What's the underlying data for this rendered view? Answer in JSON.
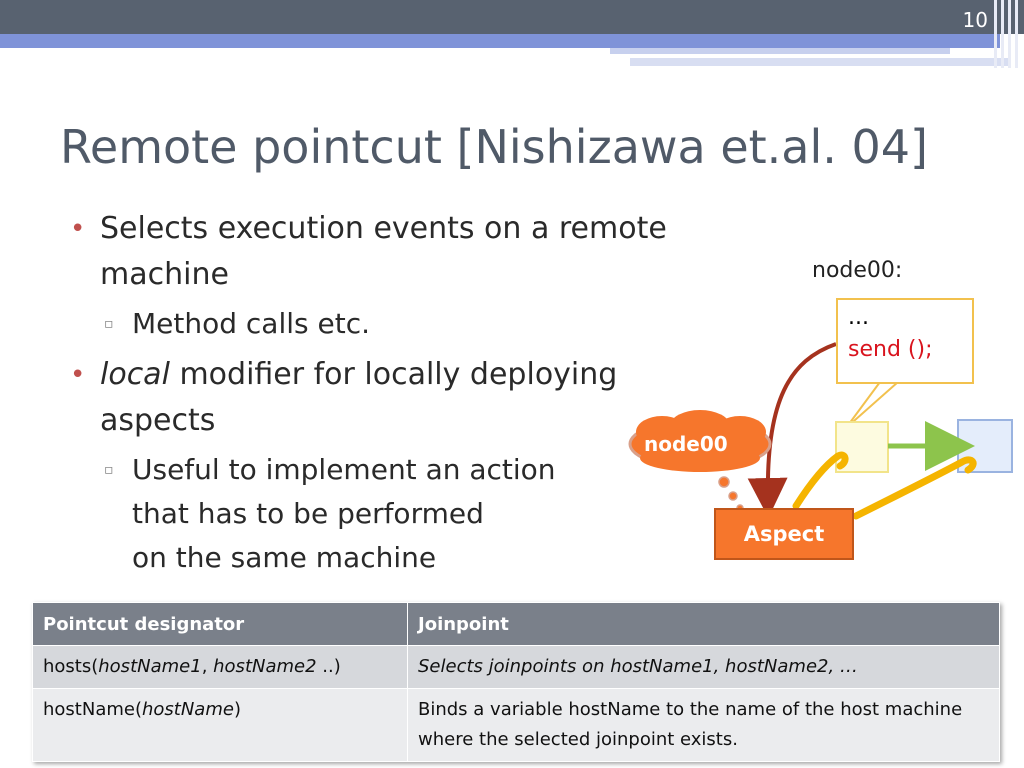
{
  "slide": {
    "number": "10",
    "title": "Remote pointcut [Nishizawa et.al. 04]"
  },
  "bullets": [
    {
      "text": "Selects execution events on a remote machine"
    },
    {
      "sub": "Method calls etc."
    },
    {
      "italic": "local",
      "text": " modifier for locally deploying aspects"
    },
    {
      "sub": "Useful to implement an action",
      "sub2": "that has to be performed",
      "sub3": "on the same machine"
    }
  ],
  "diagram": {
    "node_label": "node00:",
    "code_line1": "...",
    "code_line2": "send ();",
    "cloud_label": "node00",
    "aspect_label": "Aspect",
    "colors": {
      "aspect": "#f6762c",
      "arrow_red": "#a5321e",
      "arrow_green": "#8dc44c",
      "curve_yellow": "#f5b400"
    }
  },
  "table": {
    "headers": [
      "Pointcut designator",
      "Joinpoint"
    ],
    "row1": {
      "c1_a": "hosts(",
      "c1_b": "hostName1",
      "c1_c": ", ",
      "c1_d": "hostName2",
      "c1_e": " ..)",
      "c2": "Selects joinpoints on hostName1, hostName2, …"
    },
    "row2": {
      "c1_a": "hostName(",
      "c1_b": "hostName",
      "c1_c": ")",
      "c2": "Binds a variable hostName to the name of the host machine where the selected joinpoint exists."
    }
  }
}
